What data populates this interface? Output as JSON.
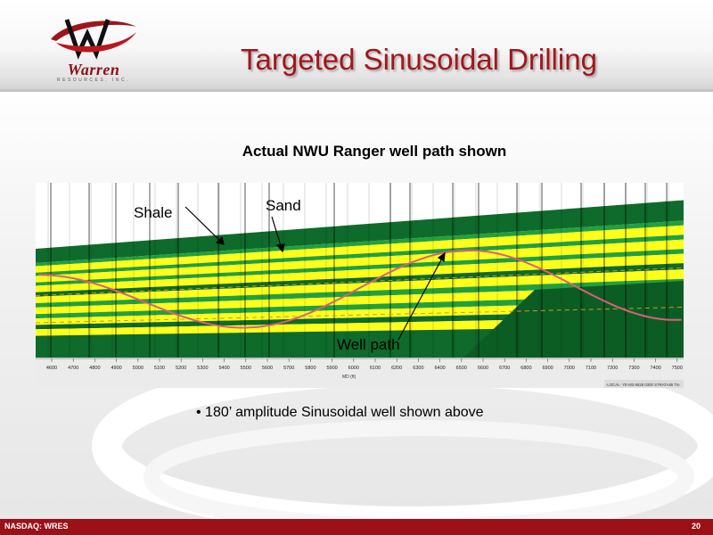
{
  "logo": {
    "name": "Warren",
    "subtitle": "RESOURCES, INC."
  },
  "slide": {
    "title": "Targeted Sinusoidal Drilling"
  },
  "chart_heading": "Actual NWU Ranger well path shown",
  "annotations": {
    "shale": "Shale",
    "sand": "Sand",
    "well_path": "Well path"
  },
  "bullet": "• 180’ amplitude Sinusoidal well shown above",
  "footer": {
    "ticker": "NASDAQ: WRES",
    "page": "20"
  },
  "chart_data": {
    "type": "line",
    "xlabel": "MD (ft)",
    "x_ticks": [
      4600,
      4700,
      4800,
      4900,
      5000,
      5100,
      5200,
      5300,
      5400,
      5500,
      5600,
      5700,
      5800,
      5900,
      6000,
      6100,
      6200,
      6300,
      6400,
      6500,
      6600,
      6700,
      6800,
      6900,
      7000,
      7100,
      7200,
      7300,
      7400,
      7500
    ],
    "legend_text": "-LOCAL-  YE-M3-5828 0300  STRATA85 Tre",
    "series": [
      {
        "name": "Well path",
        "color": "#d9607a",
        "amplitude_ft": 180
      }
    ],
    "colors": {
      "shale": "#0e6b2b",
      "sand": "#ffff1a",
      "mid_green": "#22a040",
      "well": "#d9607a"
    }
  }
}
